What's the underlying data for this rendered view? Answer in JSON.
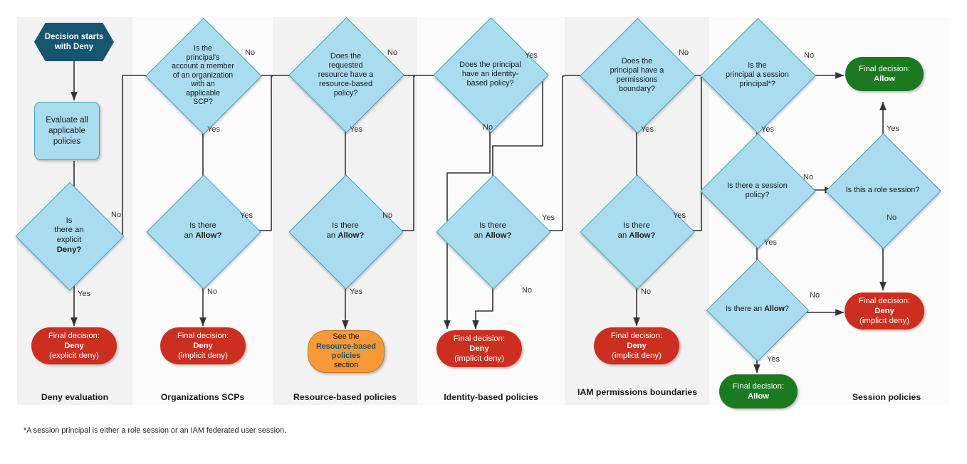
{
  "diagram": {
    "title": "AWS IAM policy evaluation flow",
    "footnote": "*A session principal is either a role session or an IAM federated user session.",
    "colors": {
      "start": "#16556e",
      "decision_fill": "#a8dcee",
      "decision_stroke": "#4a9ec4",
      "deny": "#cc2f1f",
      "allow": "#1b7a20",
      "link": "#f79937",
      "band_shade": "#f2f2f2",
      "band_plain": "#fbfbfb"
    }
  },
  "columns": [
    {
      "id": "deny-evaluation",
      "label": "Deny evaluation"
    },
    {
      "id": "organizations-scps",
      "label": "Organizations SCPs"
    },
    {
      "id": "resource-based",
      "label": "Resource-based policies"
    },
    {
      "id": "identity-based",
      "label": "Identity-based policies"
    },
    {
      "id": "permissions-boundaries",
      "label": "IAM permissions boundaries"
    },
    {
      "id": "session-policies",
      "label": "Session policies"
    }
  ],
  "nodes": {
    "start": {
      "text": "Decision starts with Deny"
    },
    "evaluate": {
      "text": "Evaluate all applicable policies"
    },
    "explicit_deny": {
      "text": "Is there an explicit Deny?"
    },
    "deny_explicit": {
      "text": "Final decision: Deny (explicit deny)"
    },
    "scp_member": {
      "text": "Is the principal's account a member of an organization with an applicable SCP?"
    },
    "scp_allow": {
      "text": "Is there an Allow?"
    },
    "deny_scp": {
      "text": "Final decision: Deny (implicit deny)"
    },
    "res_policy": {
      "text": "Does the requested resource have a resource-based policy?"
    },
    "res_allow": {
      "text": "Is there an Allow?"
    },
    "see_resource": {
      "text": "See the Resource-based policies section",
      "link_text": "Resource-based policies"
    },
    "id_policy": {
      "text": "Does the principal have an identity-based policy?"
    },
    "id_allow": {
      "text": "Is there an Allow?"
    },
    "deny_identity": {
      "text": "Final decision: Deny (implicit deny)"
    },
    "pb_boundary": {
      "text": "Does the principal have a permissions boundary?"
    },
    "pb_allow": {
      "text": "Is there an Allow?"
    },
    "deny_boundary": {
      "text": "Final decision: Deny (implicit deny)"
    },
    "session_principal": {
      "text": "Is the principal a session principal*?"
    },
    "session_policy": {
      "text": "Is there a session policy?"
    },
    "role_session": {
      "text": "Is this a role session?"
    },
    "session_allow": {
      "text": "Is there an Allow?"
    },
    "allow_top": {
      "text": "Final decision: Allow"
    },
    "allow_bottom": {
      "text": "Final decision: Allow"
    },
    "deny_session": {
      "text": "Final decision: Deny (implicit deny)"
    }
  },
  "edge_labels": {
    "yes": "Yes",
    "no": "No"
  }
}
